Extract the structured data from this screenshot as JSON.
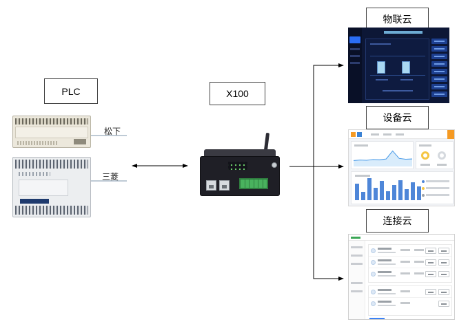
{
  "diagram": {
    "plc_group": {
      "label": "PLC",
      "devices": [
        {
          "name": "松下"
        },
        {
          "name": "三菱"
        }
      ]
    },
    "gateway": {
      "label": "X100"
    },
    "clouds": [
      {
        "label": "物联云"
      },
      {
        "label": "设备云"
      },
      {
        "label": "连接云"
      }
    ]
  },
  "colors": {
    "canvas_bg": "#ffffff",
    "connector": "#000000",
    "label_border": "#404040",
    "iot_dashboard_bg": "#0d1736",
    "iot_accent_blue": "#2a6df5",
    "device_cloud_orange": "#f59a23",
    "device_cloud_bar_blue": "#4e86d8",
    "connect_cloud_green": "#3aa655",
    "terminal_green": "#49b25e"
  },
  "chart_data": [
    {
      "type": "line",
      "panel": "device-cloud-line",
      "values": [
        22,
        24,
        23,
        26,
        25,
        28,
        58,
        30,
        27,
        28
      ],
      "color": "#4a9be8",
      "fill": "#d9ecfb"
    },
    {
      "type": "bar",
      "panel": "device-cloud-bars",
      "values": [
        58,
        28,
        75,
        42,
        66,
        32,
        52,
        70,
        38,
        62,
        48
      ],
      "color": "#4e86d8"
    }
  ]
}
